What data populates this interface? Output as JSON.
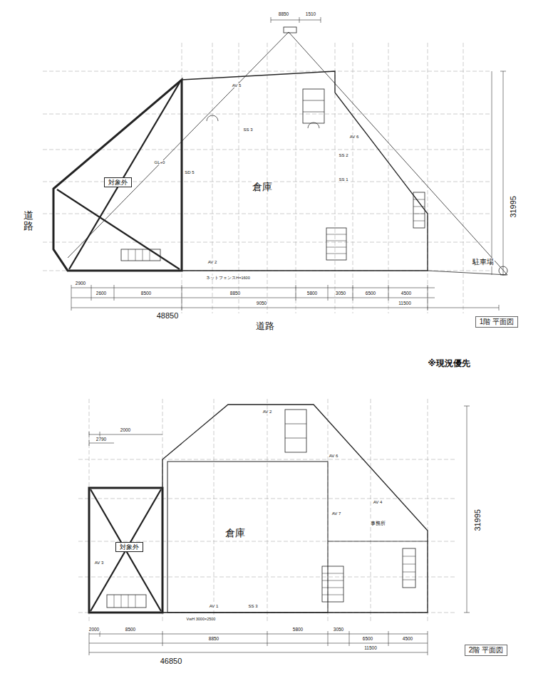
{
  "diagram": {
    "nodes": [
      {
        "text": [
          "対象外"
        ]
      },
      {
        "text": [
          "1階 平面図"
        ]
      },
      {
        "text": [
          "対象外"
        ]
      },
      {
        "text": [
          "2階 平面図"
        ]
      }
    ],
    "labels": [
      "道路",
      "道路",
      "倉庫",
      "駐車場",
      "48850",
      "31995",
      "2900",
      "2600",
      "8500",
      "8850",
      "5800",
      "3050",
      "6500",
      "4500",
      "9050",
      "11500",
      "8850",
      "1510",
      "AV 2",
      "AV 5",
      "AV 6",
      "SS 3",
      "SS 2",
      "SS 1",
      "SD 5",
      "GL+0",
      "ネットフェンスH=1600",
      "※現況優先",
      "倉庫",
      "46850",
      "31995",
      "2000",
      "8500",
      "8850",
      "5800",
      "3050",
      "6500",
      "4500",
      "11500",
      "2000",
      "2790",
      "AV 2",
      "AV 7",
      "AV 4",
      "AV 6",
      "AV 3",
      "事務所",
      "VwH 3000×2500",
      "AV 1",
      "SS 3"
    ]
  }
}
